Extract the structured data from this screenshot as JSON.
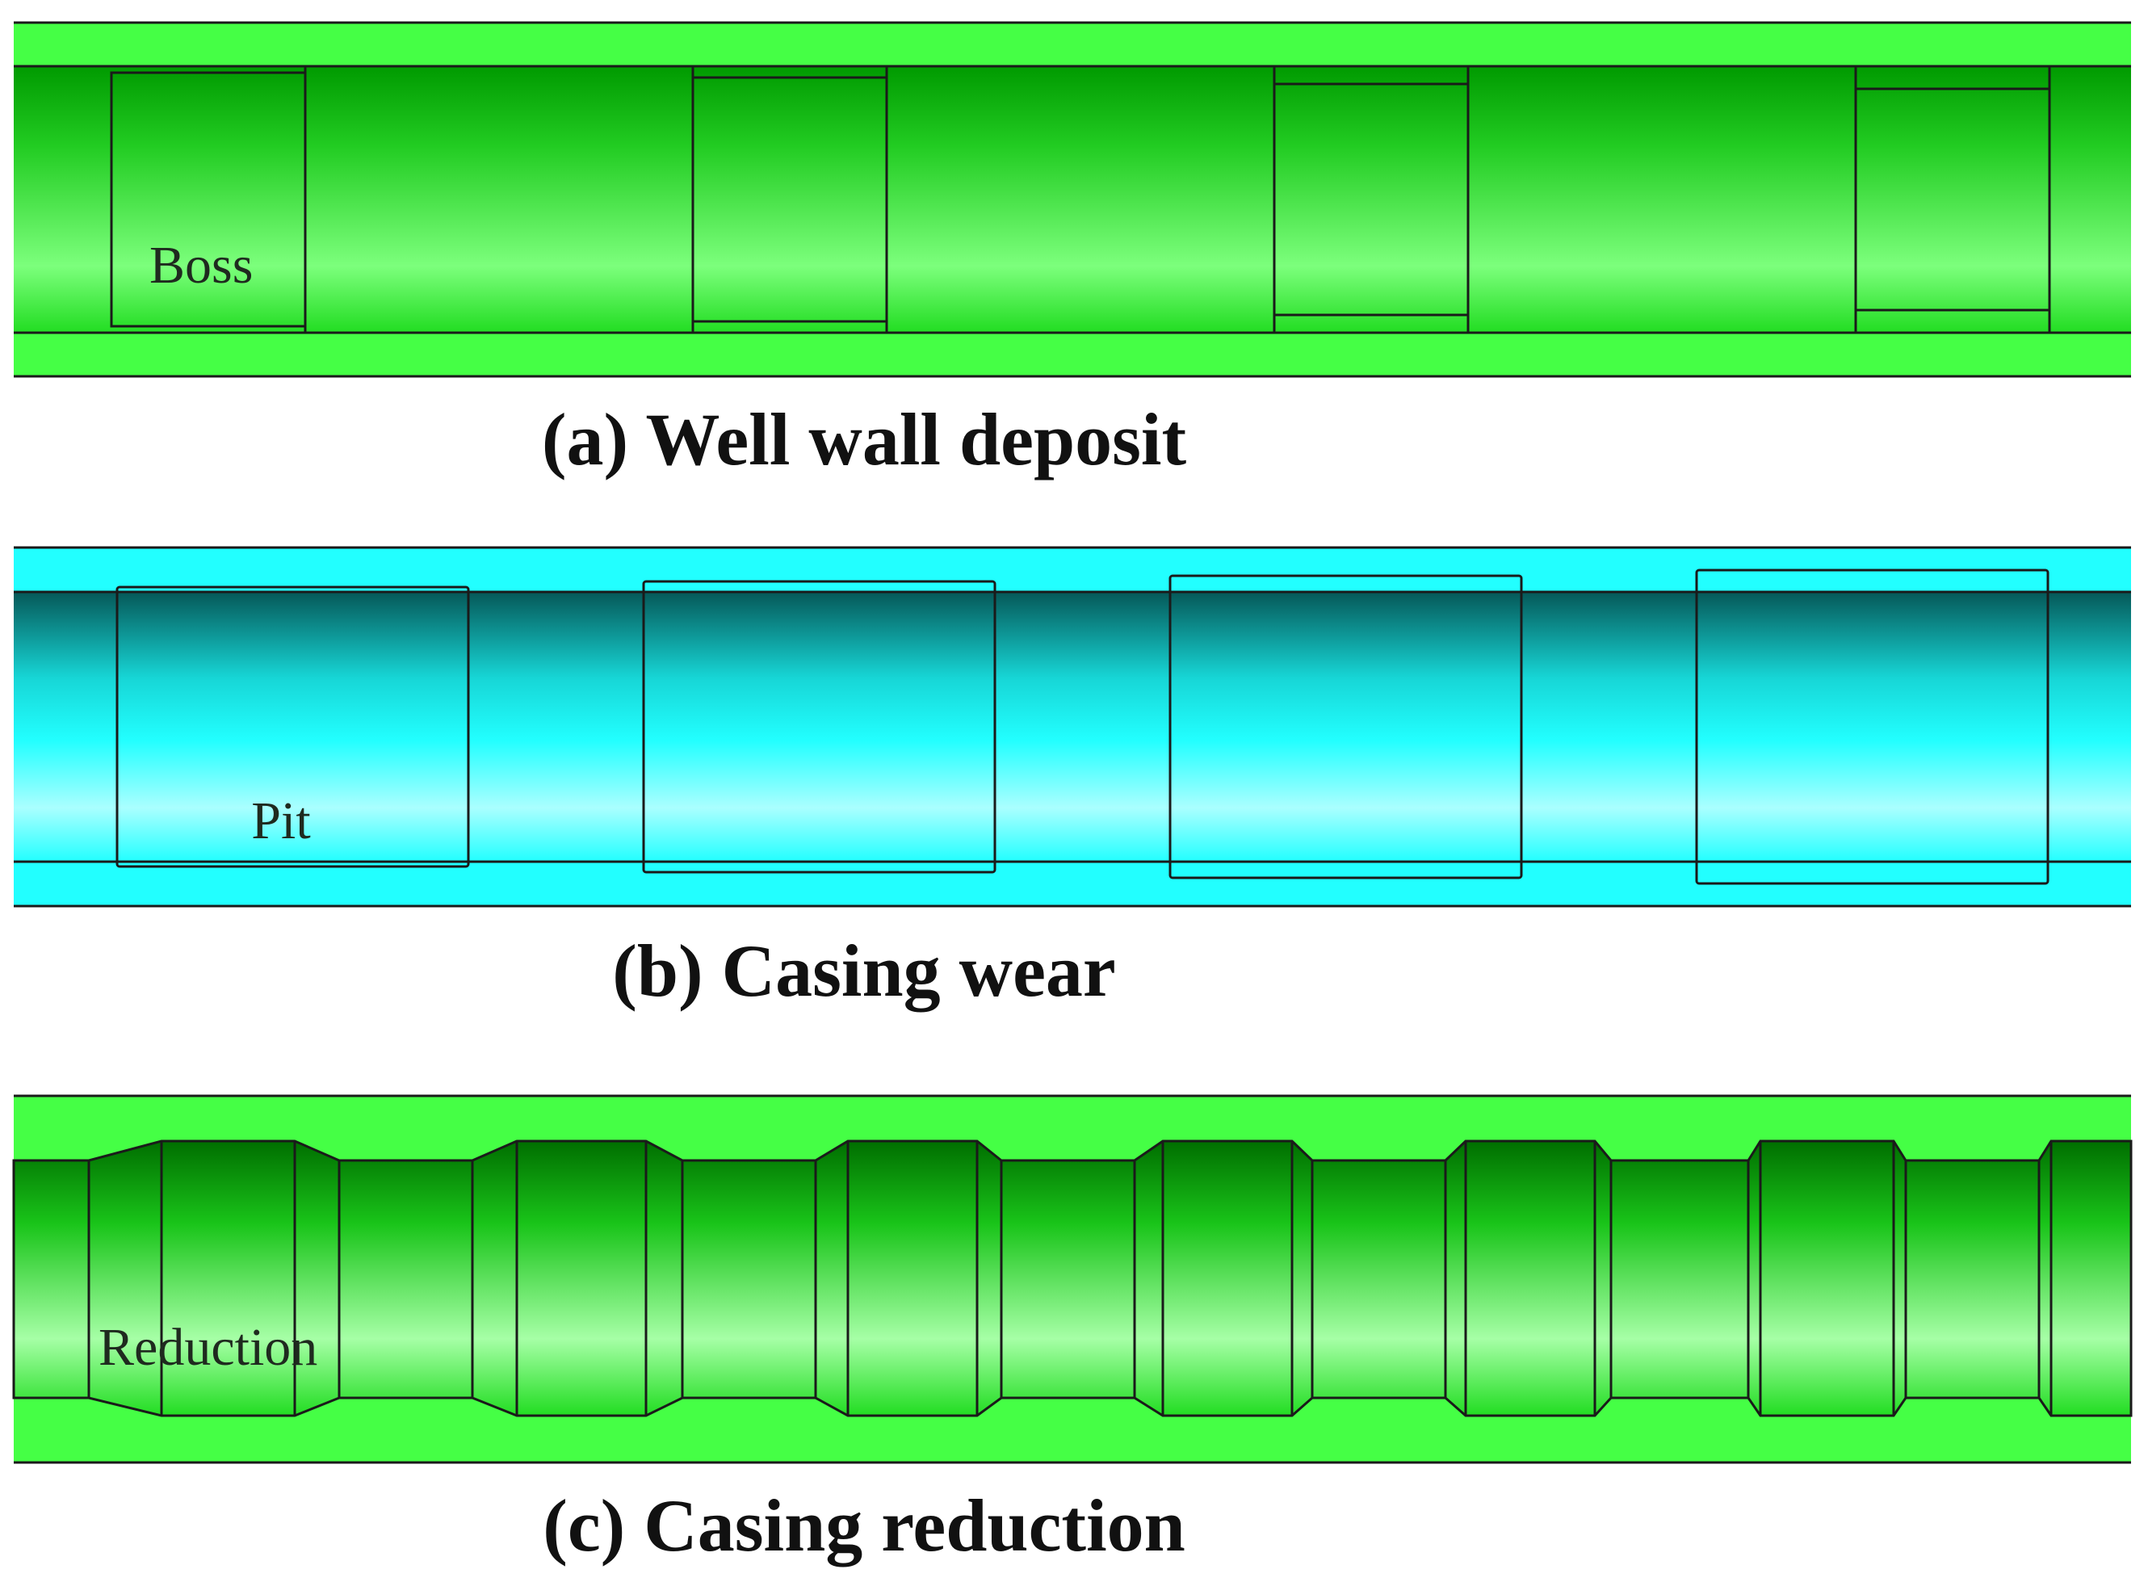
{
  "panels": [
    {
      "id": "a",
      "label": "Boss",
      "caption": "(a) Well wall deposit"
    },
    {
      "id": "b",
      "label": "Pit",
      "caption": "(b) Casing wear"
    },
    {
      "id": "c",
      "label": "Reduction",
      "caption": "(c) Casing reduction"
    }
  ],
  "colors": {
    "green_outer": "#45ff45",
    "green_dark": "#009900",
    "green_light": "#8dff8d",
    "cyan_outer": "#22ffff",
    "teal_dark": "#055858",
    "cyan_light": "#aaffff"
  }
}
